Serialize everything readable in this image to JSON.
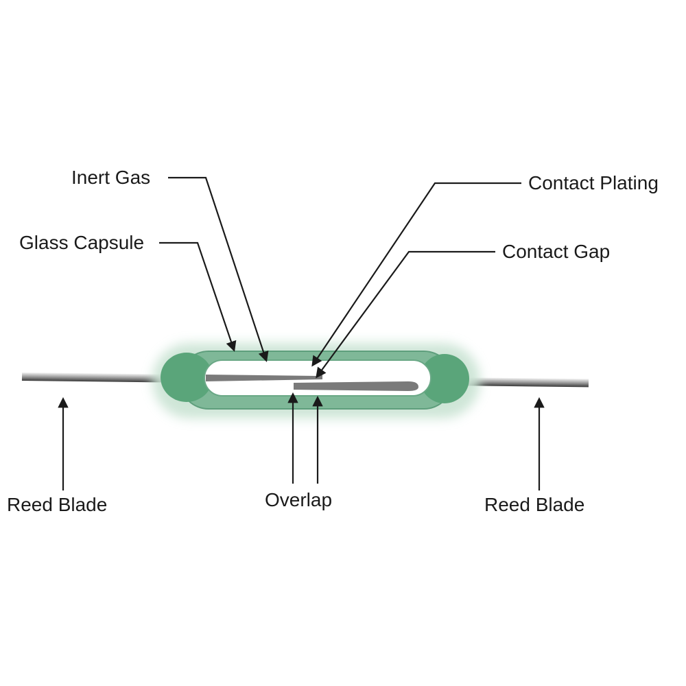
{
  "labels": {
    "inert_gas": "Inert Gas",
    "glass_capsule": "Glass Capsule",
    "contact_plating": "Contact Plating",
    "contact_gap": "Contact Gap",
    "reed_blade_left": "Reed Blade",
    "overlap": "Overlap",
    "reed_blade_right": "Reed Blade"
  },
  "colors": {
    "capsule_green": "#7fb898",
    "capsule_edge": "#5e9e7c",
    "end_seal_green": "#5aa57a",
    "capsule_glow": "#c9e3d3",
    "blade_steel": "#8a8a8a",
    "line": "#1a1a1a"
  }
}
